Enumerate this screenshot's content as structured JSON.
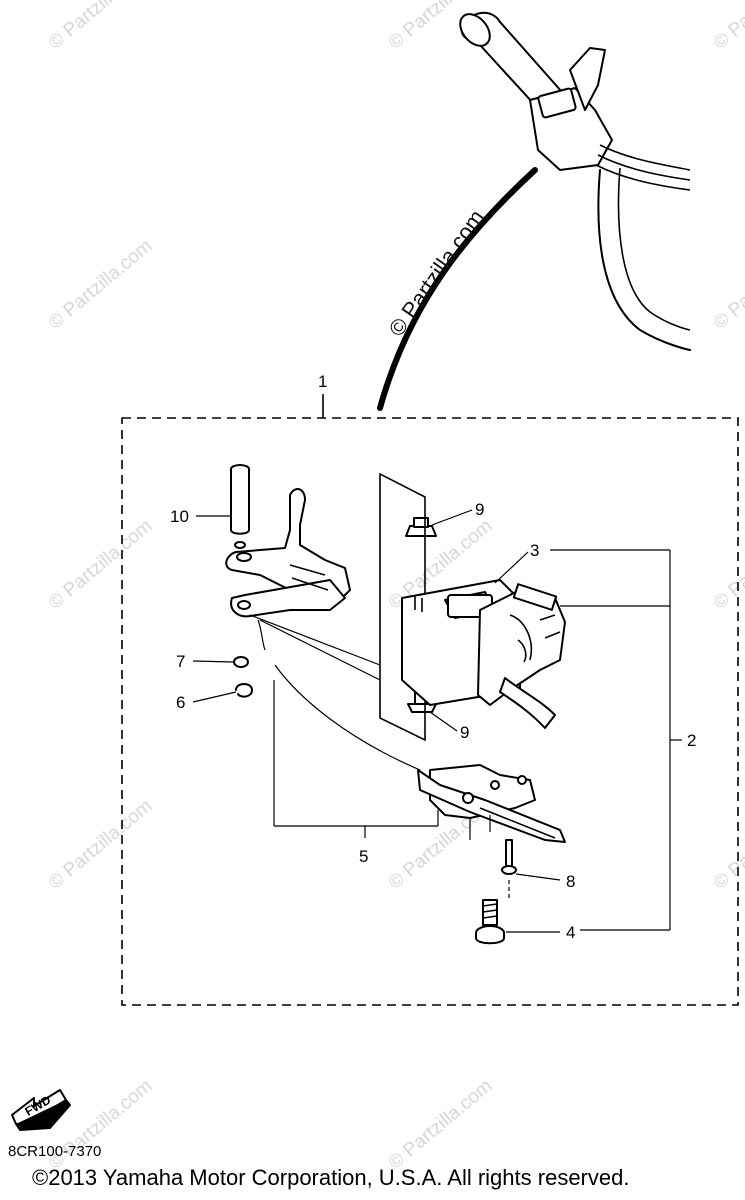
{
  "watermark": {
    "text": "© Partzilla.com"
  },
  "callouts": [
    "1",
    "2",
    "3",
    "4",
    "5",
    "6",
    "7",
    "8",
    "9",
    "9",
    "10"
  ],
  "fwd_label": "FWD",
  "drawing_code": "8CR100-7370",
  "copyright": "©2013  Yamaha Motor Corporation, U.S.A. All rights reserved."
}
